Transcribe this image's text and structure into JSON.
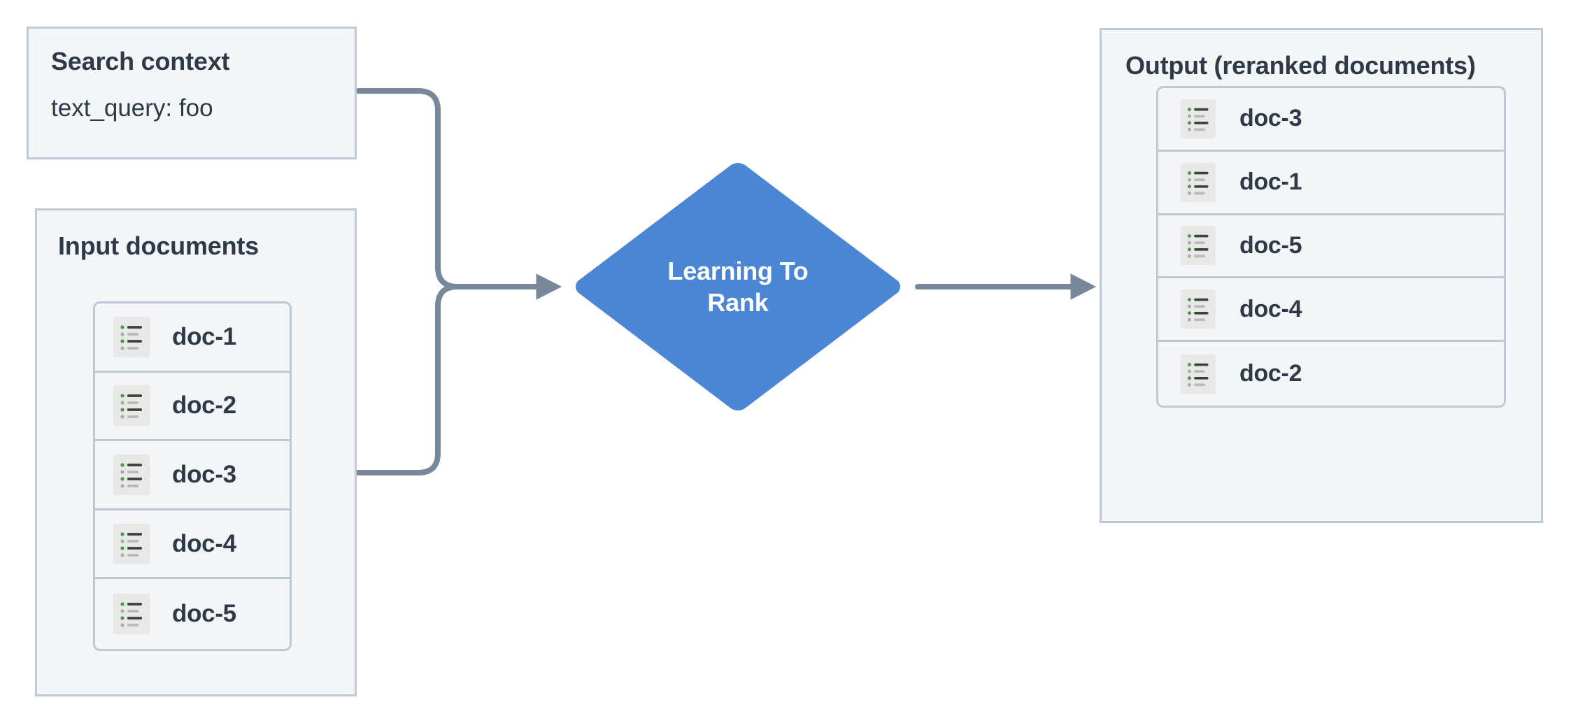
{
  "diagram": {
    "title": "Learning To Rank reranking flow",
    "background": "#ffffff",
    "colors": {
      "panel_fill": "#f4f5f7",
      "panel_border": "#bcc9d6",
      "text": "#2e3a47",
      "node_blue": "#4a86d4",
      "node_label": "#ffffff",
      "connector": "#78879a",
      "icon_bg": "#e8e8e6",
      "icon_bullet_green": "#4a9a4a",
      "icon_bullet_gray": "#aaaaaa",
      "icon_bar_dark": "#3f3f3f",
      "icon_bar_light": "#b9b9b9"
    }
  },
  "search_context": {
    "title": "Search context",
    "field": "text_query: foo"
  },
  "input_documents": {
    "title": "Input documents",
    "docs": [
      {
        "label": "doc-1",
        "icon": "document-list-icon"
      },
      {
        "label": "doc-2",
        "icon": "document-list-icon"
      },
      {
        "label": "doc-3",
        "icon": "document-list-icon"
      },
      {
        "label": "doc-4",
        "icon": "document-list-icon"
      },
      {
        "label": "doc-5",
        "icon": "document-list-icon"
      }
    ]
  },
  "model_node": {
    "label_line1": "Learning To",
    "label_line2": "Rank",
    "shape": "diamond"
  },
  "output": {
    "title": "Output (reranked documents)",
    "docs": [
      {
        "label": "doc-3",
        "icon": "document-list-icon"
      },
      {
        "label": "doc-1",
        "icon": "document-list-icon"
      },
      {
        "label": "doc-5",
        "icon": "document-list-icon"
      },
      {
        "label": "doc-4",
        "icon": "document-list-icon"
      },
      {
        "label": "doc-2",
        "icon": "document-list-icon"
      }
    ]
  },
  "connections": [
    {
      "from": "search-context",
      "to": "model-node",
      "style": "elbow-arrow"
    },
    {
      "from": "input-documents",
      "to": "model-node",
      "style": "elbow-arrow"
    },
    {
      "from": "model-node",
      "to": "output-panel",
      "style": "straight-arrow"
    }
  ]
}
